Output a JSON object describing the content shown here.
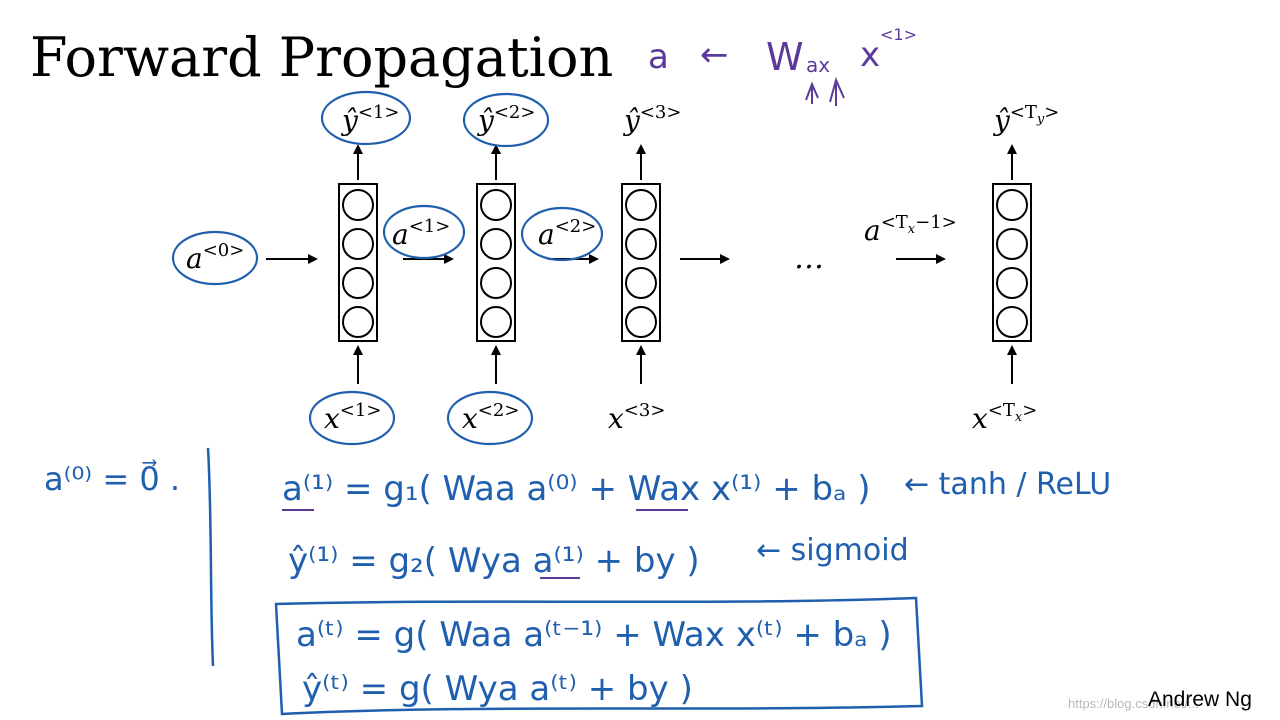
{
  "title": "Forward Propagation",
  "top_note": {
    "lhs": "a",
    "arrow": "←",
    "w": "W",
    "w_sub": "ax",
    "x": "x",
    "x_sup": "<1>"
  },
  "outputs": [
    {
      "base": "ŷ",
      "sup": "<1>"
    },
    {
      "base": "ŷ",
      "sup": "<2>"
    },
    {
      "base": "ŷ",
      "sup": "<3>"
    },
    {
      "base": "ŷ",
      "sup": "<T",
      "sub": "y",
      "close": ">"
    }
  ],
  "inputs": [
    {
      "base": "x",
      "sup": "<1>"
    },
    {
      "base": "x",
      "sup": "<2>"
    },
    {
      "base": "x",
      "sup": "<3>"
    },
    {
      "base": "x",
      "sup": "<T",
      "sub": "x",
      "close": ">"
    }
  ],
  "activations": [
    {
      "base": "a",
      "sup": "<0>"
    },
    {
      "base": "a",
      "sup": "<1>"
    },
    {
      "base": "a",
      "sup": "<2>"
    },
    {
      "base": "a",
      "sup": "<T",
      "sub": "x",
      "rest": "−1>"
    }
  ],
  "ellipsis": "…",
  "init": "a⁽⁰⁾ = 0⃗ .",
  "equations": [
    {
      "text": "a⁽¹⁾ = g₁( Waa a⁽⁰⁾ + Wax x⁽¹⁾ + bₐ )",
      "note": "← tanh / ReLU"
    },
    {
      "text": "ŷ⁽¹⁾ = g₂( Wya a⁽¹⁾ + by )",
      "note": "← sigmoid"
    }
  ],
  "general": [
    "a⁽ᵗ⁾ = g( Waa a⁽ᵗ⁻¹⁾ + Wax x⁽ᵗ⁾ + bₐ )",
    "ŷ⁽ᵗ⁾ = g( Wya a⁽ᵗ⁾ + by )"
  ],
  "author": "Andrew Ng",
  "watermark": "https://blog.csdn.net/..."
}
